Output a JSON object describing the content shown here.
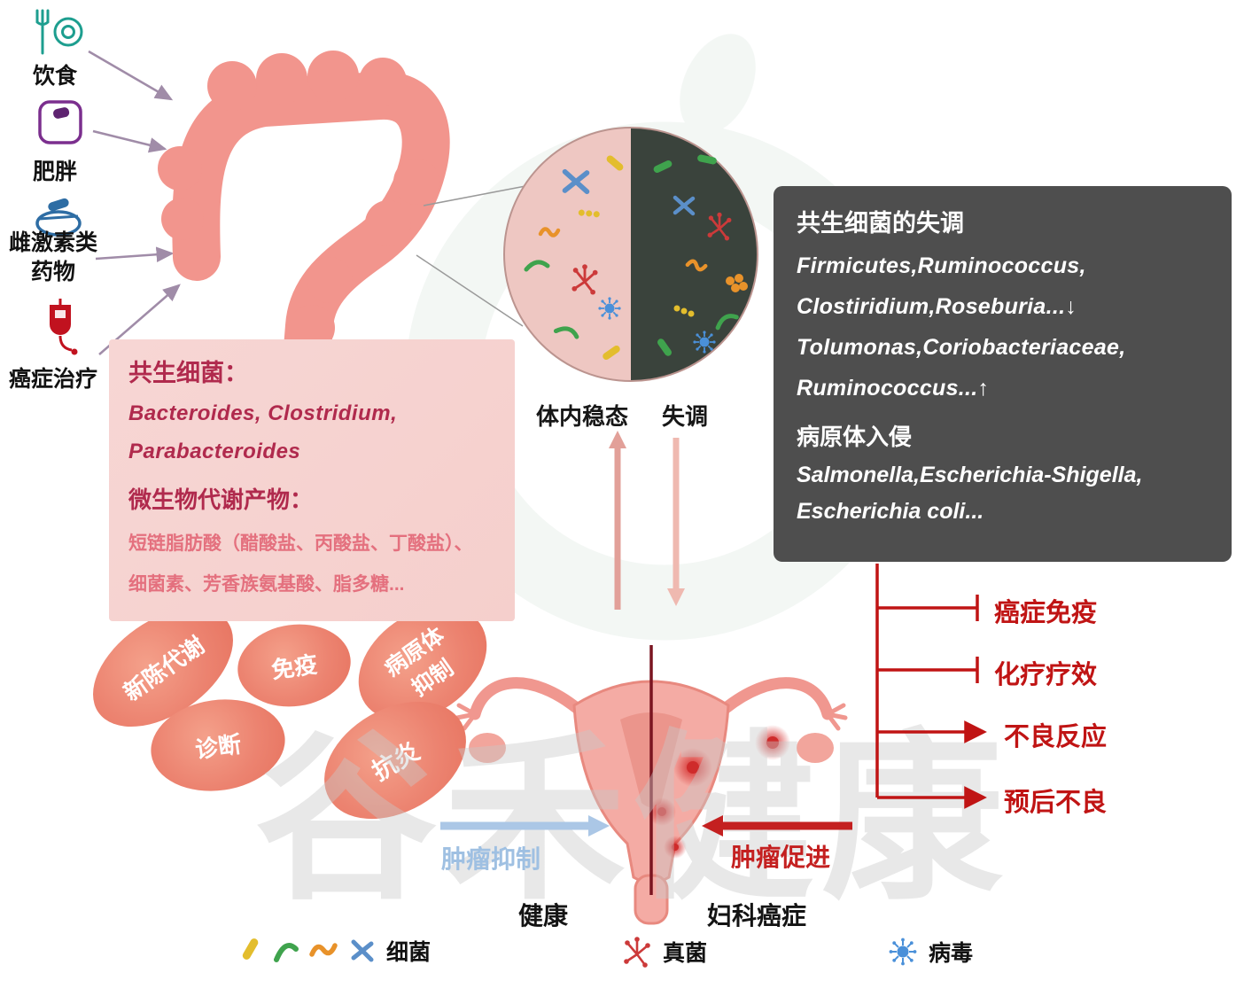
{
  "colors": {
    "accent_red": "#c01414",
    "dark_red": "#7a1520",
    "colon_pink": "#f2958d",
    "commensal_box_bg": "#f6d4d2",
    "commensal_title": "#b02a4d",
    "metabolite_text": "#e4707e",
    "dysbiosis_box_bg": "#4e4e4e",
    "blob_salmon": "#ec8370",
    "suppression_blue": "#9fc0e2",
    "healthy_half": "#eec7c2",
    "dysbiosis_half": "#3a433c"
  },
  "risk_factors": [
    {
      "label": "饮食",
      "icon": "diet-icon"
    },
    {
      "label": "肥胖",
      "icon": "obesity-scale-icon"
    },
    {
      "label": "雌激素类药物",
      "icon": "estrogen-drug-icon"
    },
    {
      "label": "癌症治疗",
      "icon": "iv-drip-icon"
    }
  ],
  "microbiota_circle": {
    "homeostasis_label": "体内稳态",
    "dysbiosis_label": "失调"
  },
  "commensal_box": {
    "title": "共生细菌：",
    "bacteria_line1": "Bacteroides,  Clostridium,",
    "bacteria_line2": "Parabacteroides",
    "metabolites_title": "微生物代谢产物：",
    "metabolites_line1": "短链脂肪酸（醋酸盐、丙酸盐、丁酸盐）、",
    "metabolites_line2": "细菌素、芳香族氨基酸、脂多糖..."
  },
  "dysbiosis_box": {
    "title": "共生细菌的失调",
    "line1": "Firmicutes,Ruminococcus,",
    "line2": "Clostiridium,Roseburia...↓",
    "line3": "Tolumonas,Coriobacteriaceae,",
    "line4": "Ruminococcus...↑",
    "pathogen_title": "病原体入侵",
    "pathogen_line1": "Salmonella,Escherichia-Shigella,",
    "pathogen_line2": "Escherichia coli..."
  },
  "functions": [
    {
      "label": "新陈代谢"
    },
    {
      "label": "免疫"
    },
    {
      "label": "病原体抑制"
    },
    {
      "label": "诊断"
    },
    {
      "label": "抗炎"
    }
  ],
  "outcomes": [
    {
      "label": "癌症免疫",
      "effect": "inhibit"
    },
    {
      "label": "化疗疗效",
      "effect": "inhibit"
    },
    {
      "label": "不良反应",
      "effect": "promote"
    },
    {
      "label": "预后不良",
      "effect": "promote"
    }
  ],
  "uterus": {
    "healthy_label": "健康",
    "cancer_label": "妇科癌症",
    "suppression_label": "肿瘤抑制",
    "promotion_label": "肿瘤促进"
  },
  "legend": [
    {
      "label": "细菌",
      "icon": "bacteria-icons"
    },
    {
      "label": "真菌",
      "icon": "fungus-icon"
    },
    {
      "label": "病毒",
      "icon": "virus-icon"
    }
  ],
  "watermark": "谷禾健康"
}
